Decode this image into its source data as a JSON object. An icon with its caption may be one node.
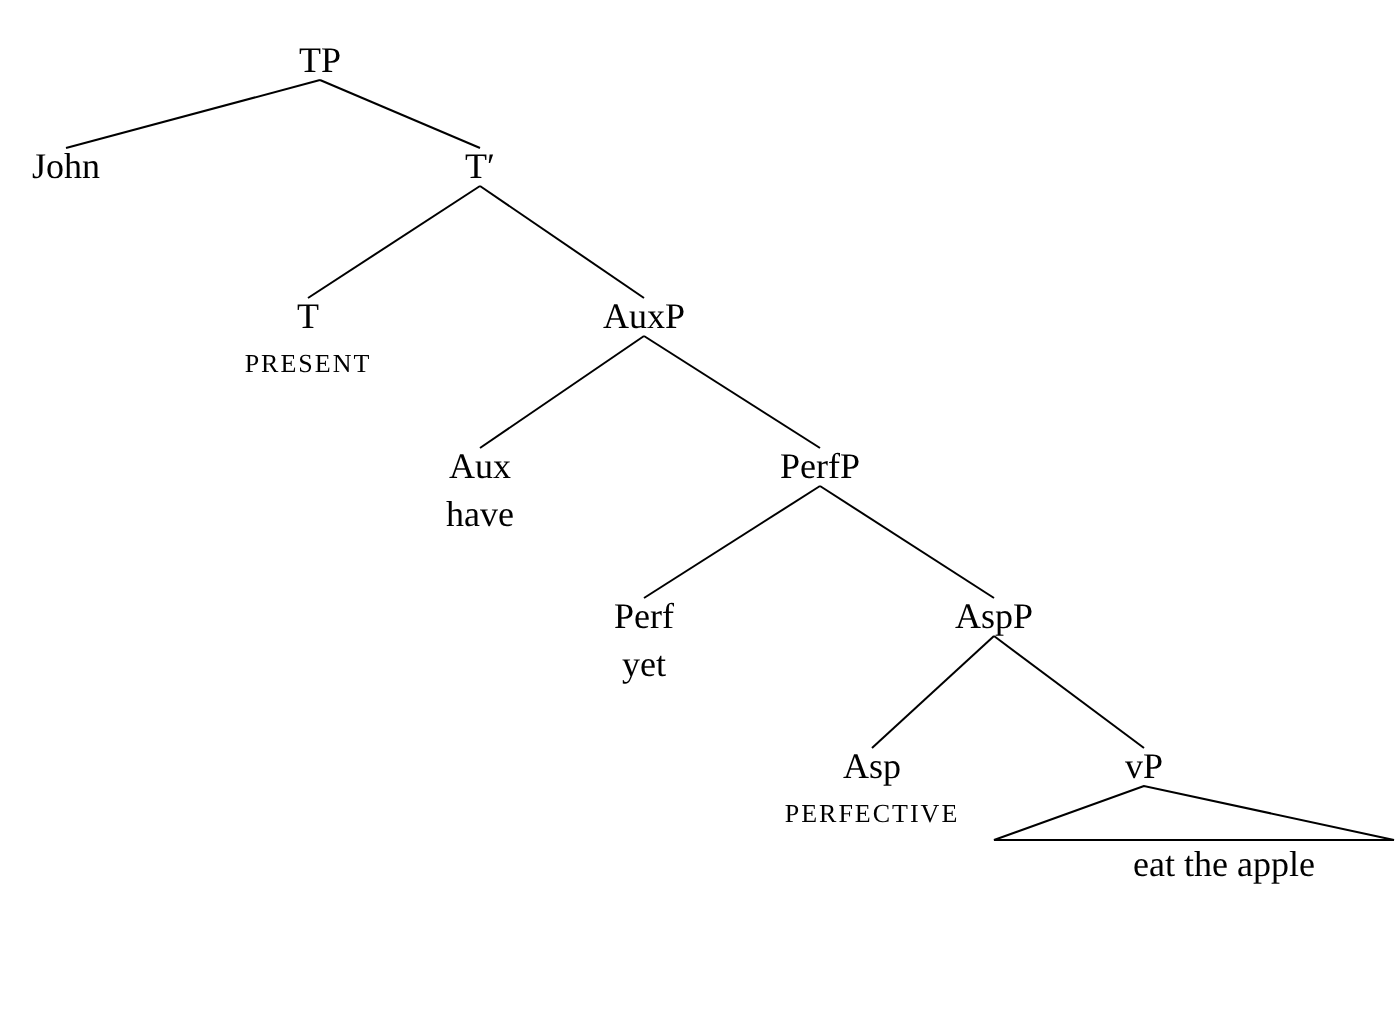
{
  "diagram": {
    "nodes": [
      {
        "text": [
          "TP"
        ]
      },
      {
        "text": [
          "John"
        ]
      },
      {
        "text": [
          "T′"
        ]
      },
      {
        "text": [
          "T",
          "PRESENT"
        ]
      },
      {
        "text": [
          "AuxP"
        ]
      },
      {
        "text": [
          "Aux",
          "have"
        ]
      },
      {
        "text": [
          "PerfP"
        ]
      },
      {
        "text": [
          "Perf",
          "yet"
        ]
      },
      {
        "text": [
          "AspP"
        ]
      },
      {
        "text": [
          "Asp",
          "PERFECTIVE"
        ]
      },
      {
        "text": [
          "vP"
        ]
      },
      {
        "text": [
          "eat the apple"
        ]
      }
    ],
    "edges": [
      {
        "from": 0,
        "to": 1,
        "arrow": "none"
      },
      {
        "from": 0,
        "to": 2,
        "arrow": "none"
      },
      {
        "from": 2,
        "to": 3,
        "arrow": "none"
      },
      {
        "from": 2,
        "to": 4,
        "arrow": "none"
      },
      {
        "from": 4,
        "to": 5,
        "arrow": "none"
      },
      {
        "from": 4,
        "to": 6,
        "arrow": "none"
      },
      {
        "from": 6,
        "to": 7,
        "arrow": "none"
      },
      {
        "from": 6,
        "to": 8,
        "arrow": "none"
      },
      {
        "from": 8,
        "to": 9,
        "arrow": "none"
      },
      {
        "from": 8,
        "to": 10,
        "arrow": "none"
      },
      {
        "from": 10,
        "to": 11,
        "arrow": "none"
      }
    ]
  }
}
